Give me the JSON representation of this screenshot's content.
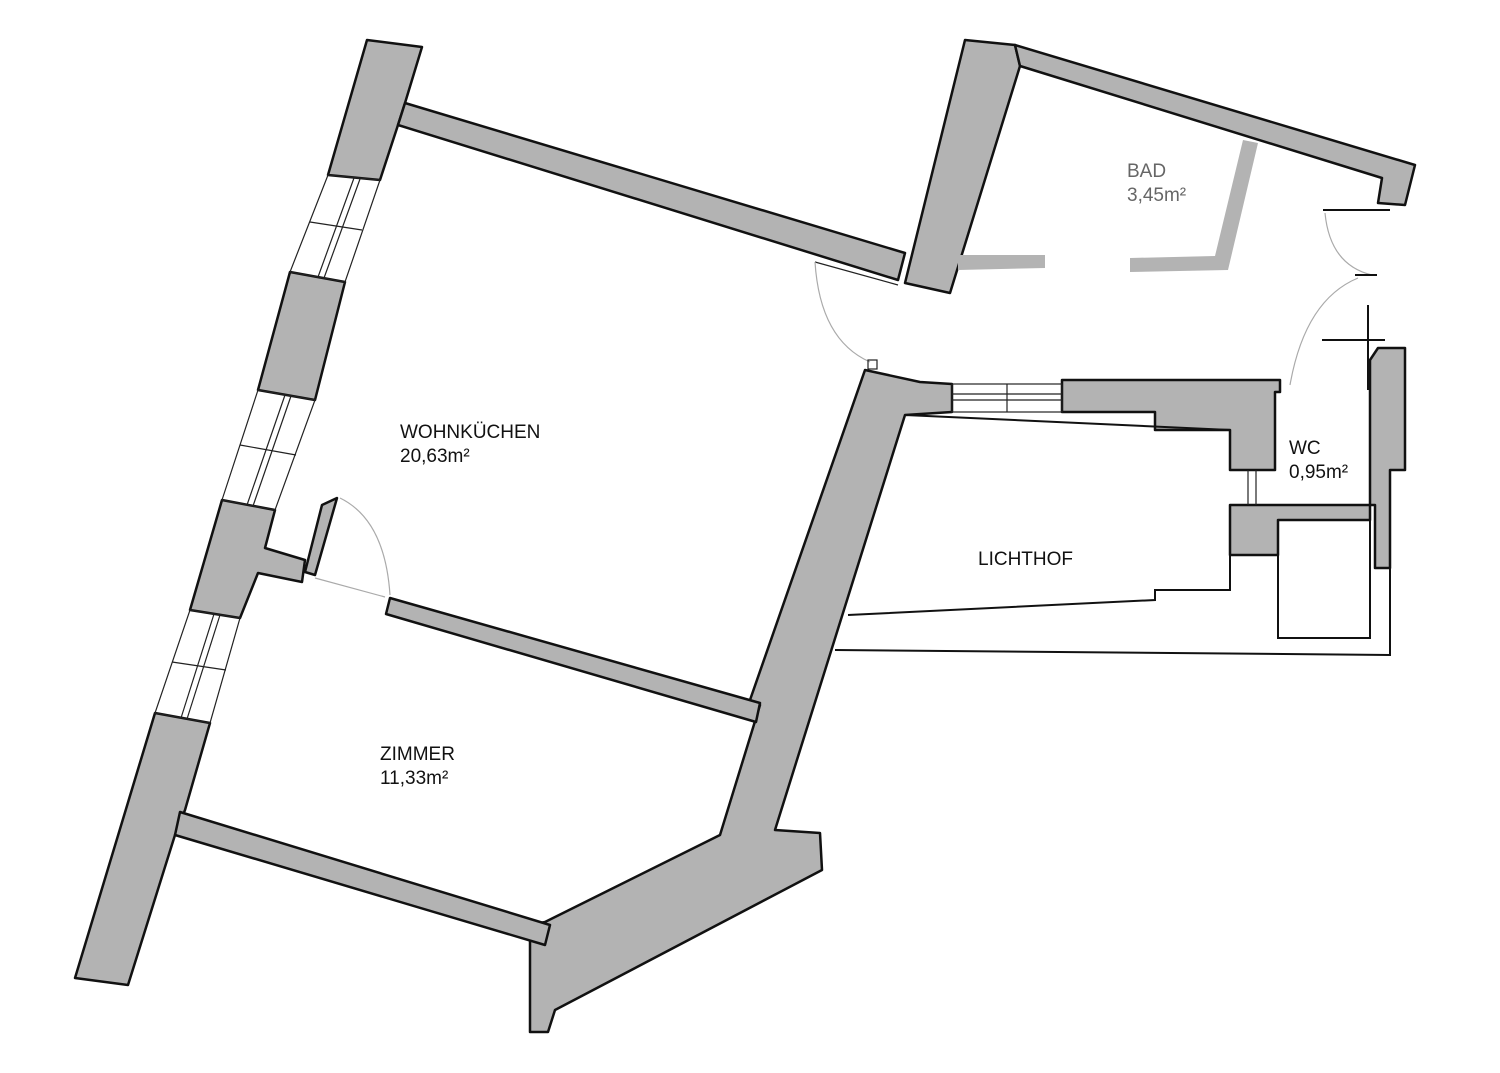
{
  "rooms": {
    "bad": {
      "name": "BAD",
      "area": "3,45m²"
    },
    "wohnkuechen": {
      "name": "WOHNKÜCHEN",
      "area": "20,63m²"
    },
    "wc": {
      "name": "WC",
      "area": "0,95m²"
    },
    "lichthof": {
      "name": "LICHTHOF"
    },
    "zimmer": {
      "name": "ZIMMER",
      "area": "11,33m²"
    }
  },
  "colors": {
    "wall": "#b3b3b3",
    "outline": "#111111",
    "background": "#ffffff"
  }
}
